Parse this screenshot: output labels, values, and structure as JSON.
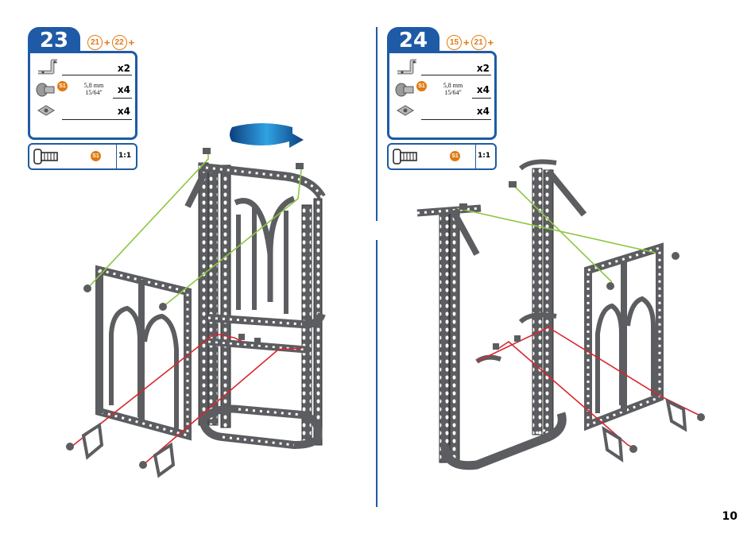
{
  "steps": [
    {
      "number": "23",
      "parts": [
        "21",
        "22"
      ],
      "plus": "+",
      "items": [
        {
          "icon": "angle-bracket-icon",
          "qty": "x2"
        },
        {
          "icon": "screw-icon",
          "badge": "S1",
          "size_mm": "5,8 mm",
          "size_in": "15/64\"",
          "qty": "x4"
        },
        {
          "icon": "nut-icon",
          "qty": "x4"
        }
      ],
      "scale_badge": "S1",
      "scale": "1:1"
    },
    {
      "number": "24",
      "parts": [
        "15",
        "21"
      ],
      "plus": "+",
      "items": [
        {
          "icon": "angle-bracket-icon",
          "qty": "x2"
        },
        {
          "icon": "screw-icon",
          "badge": "S1",
          "size_mm": "5,8 mm",
          "size_in": "15/64\"",
          "qty": "x4"
        },
        {
          "icon": "nut-icon",
          "qty": "x4"
        }
      ],
      "scale_badge": "S1",
      "scale": "1:1"
    }
  ],
  "page_number": "10",
  "colors": {
    "brand_blue": "#1f5aa6",
    "accent_orange": "#e07a10",
    "guide_green": "#8dc63f",
    "guide_red": "#d7262e",
    "metal": "#58595b"
  }
}
